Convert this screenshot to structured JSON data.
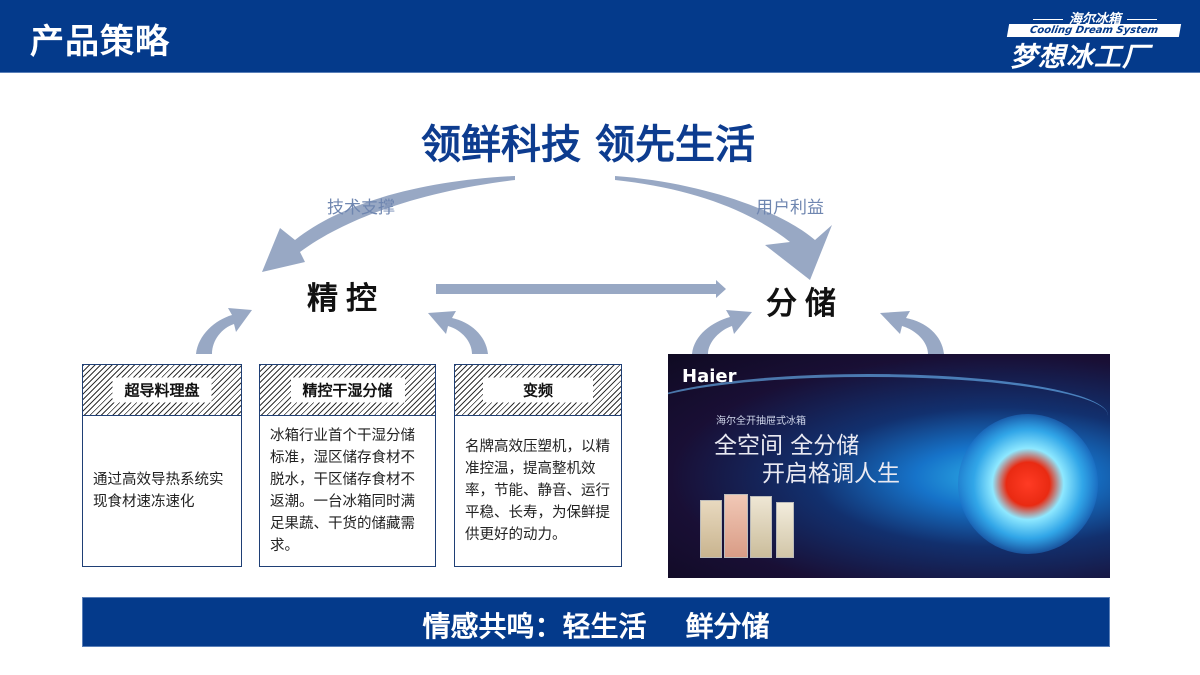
{
  "header": {
    "title": "产品策略",
    "logo": {
      "brand_cn": "海尔冰箱",
      "tagline_en": "Cooling Dream System",
      "name_cn": "梦想冰工厂"
    }
  },
  "slogan": "领鲜科技 领先生活",
  "diagram": {
    "left_arrow_label": "技术支撑",
    "right_arrow_label": "用户利益",
    "node_left": "精控",
    "node_right": "分储",
    "arrow_color": "#98a8c4"
  },
  "cards": [
    {
      "title": "超导料理盘",
      "body": "通过高效导热系统实现食材速冻速化"
    },
    {
      "title": "精控干湿分储",
      "body": "冰箱行业首个干湿分储标准，湿区储存食材不脱水，干区储存食材不返潮。一台冰箱同时满足果蔬、干货的储藏需求。"
    },
    {
      "title": "变频",
      "body": "名牌高效压塑机，以精准控温，提高整机效率，节能、静音、运行平稳、长寿，为保鲜提供更好的动力。"
    }
  ],
  "banner": {
    "brand": "Haier",
    "subtitle": "海尔全开抽屉式冰箱",
    "line1": "全空间 全分储",
    "line2": "开启格调人生"
  },
  "footer": {
    "text": "情感共鸣：轻生活    鲜分储"
  },
  "colors": {
    "primary_blue": "#043a8b",
    "slogan_blue": "#0d3c8f",
    "label_gray_blue": "#6f86b0"
  }
}
